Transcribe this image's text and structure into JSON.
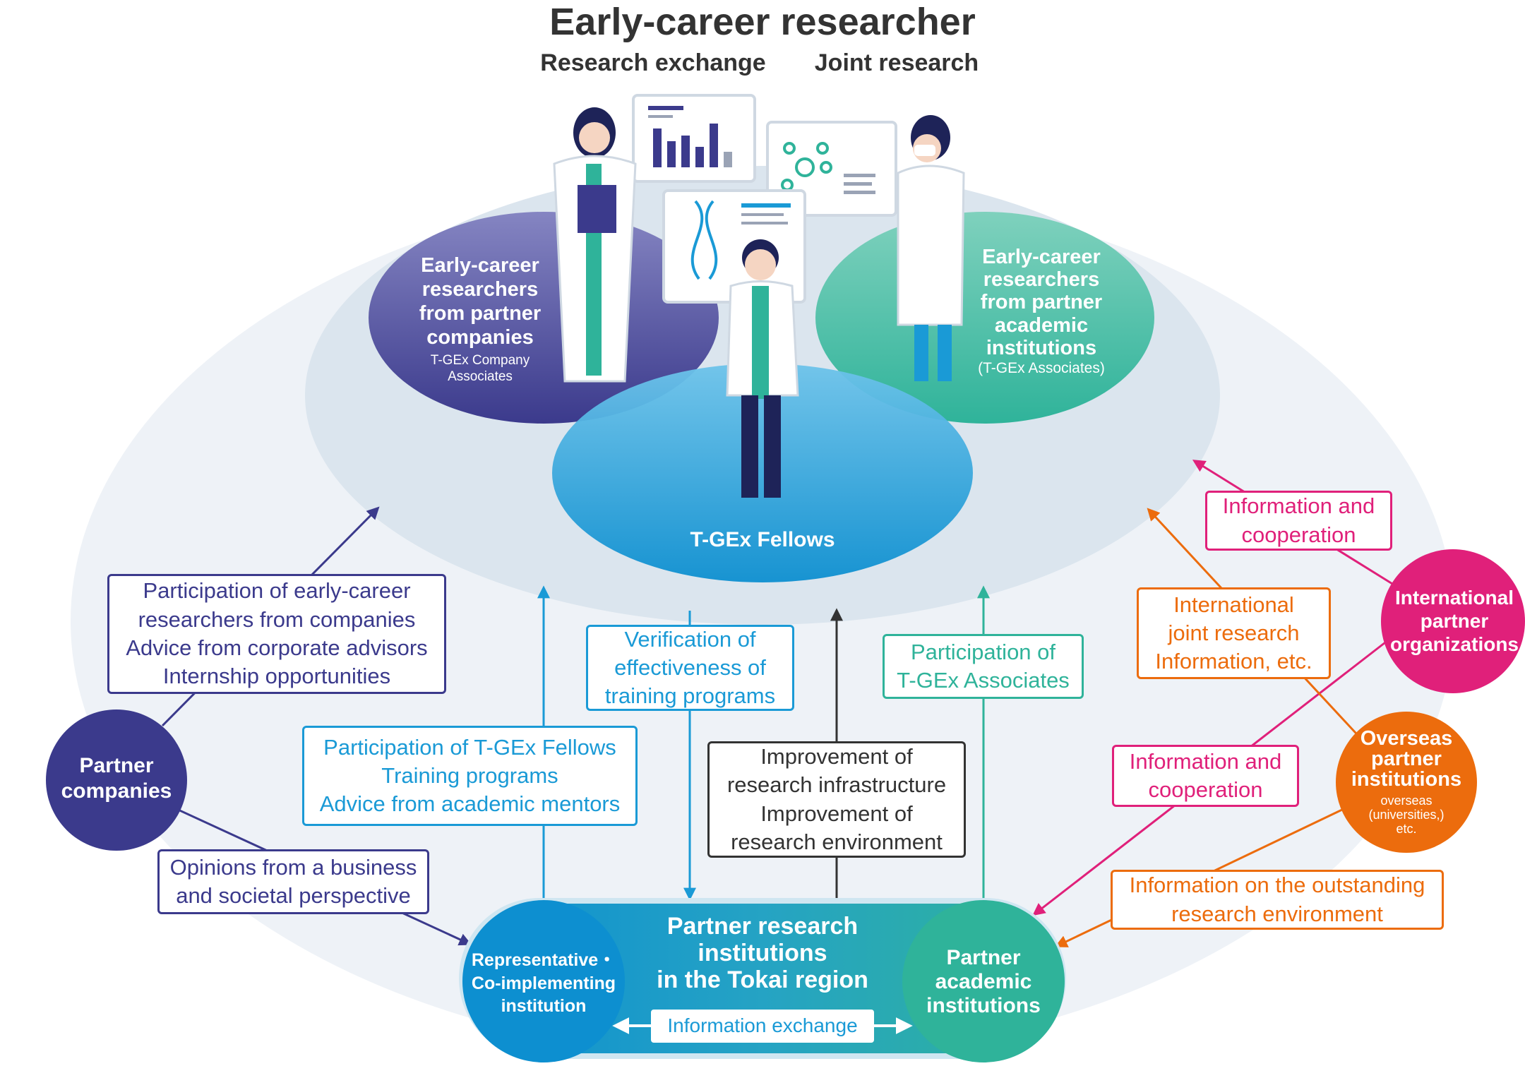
{
  "title": "Early-career researcher",
  "headers": {
    "research_exchange": "Research exchange",
    "joint_research": "Joint research"
  },
  "ovals": {
    "company": "Early-career\nresearchers\nfrom partner\ncompanies",
    "company_sub": "T-GEx Company\nAssociates",
    "academic": "Early-career\nresearchers\nfrom partner\nacademic\ninstitutions",
    "academic_sub": "(T-GEx Associates)",
    "fellows": "T-GEx Fellows"
  },
  "nodes": {
    "partner_companies": "Partner\ncompanies",
    "international": "International\npartner\norganizations",
    "overseas": "Overseas\npartner\ninstitutions",
    "overseas_sub": "overseas\n(universities,)\netc.",
    "representative": "Representative・\nCo-implementing\ninstitution",
    "partner_academic": "Partner\nacademic\ninstitutions",
    "tokai": "Partner research\ninstitutions\nin the Tokai region",
    "info_exchange": "Information exchange"
  },
  "boxes": {
    "company_participation": "Participation of early-career\nresearchers from companies\nAdvice from corporate advisors\nInternship opportunities",
    "opinions": "Opinions from a business\nand societal perspective",
    "fellows_participation": "Participation of T-GEx Fellows\nTraining programs\nAdvice from academic mentors",
    "verification": "Verification of\neffectiveness of\ntraining programs",
    "infrastructure": "Improvement of\nresearch infrastructure\nImprovement of\nresearch environment",
    "associates": "Participation of\nT-GEx Associates",
    "info_coop_top": "Information and\ncooperation",
    "intl_joint": "International\njoint research\nInformation, etc.",
    "info_coop_mid": "Information and\ncooperation",
    "outstanding": "Information on the outstanding\nresearch environment"
  },
  "colors": {
    "navy": "#3b3a8c",
    "blue": "#1a9ad6",
    "teal": "#2fb39a",
    "dark": "#333333",
    "magenta": "#e0207a",
    "orange": "#ec6c0d",
    "ellipse_outer": "#eef2f7",
    "ellipse_inner": "#dbe5ee"
  }
}
